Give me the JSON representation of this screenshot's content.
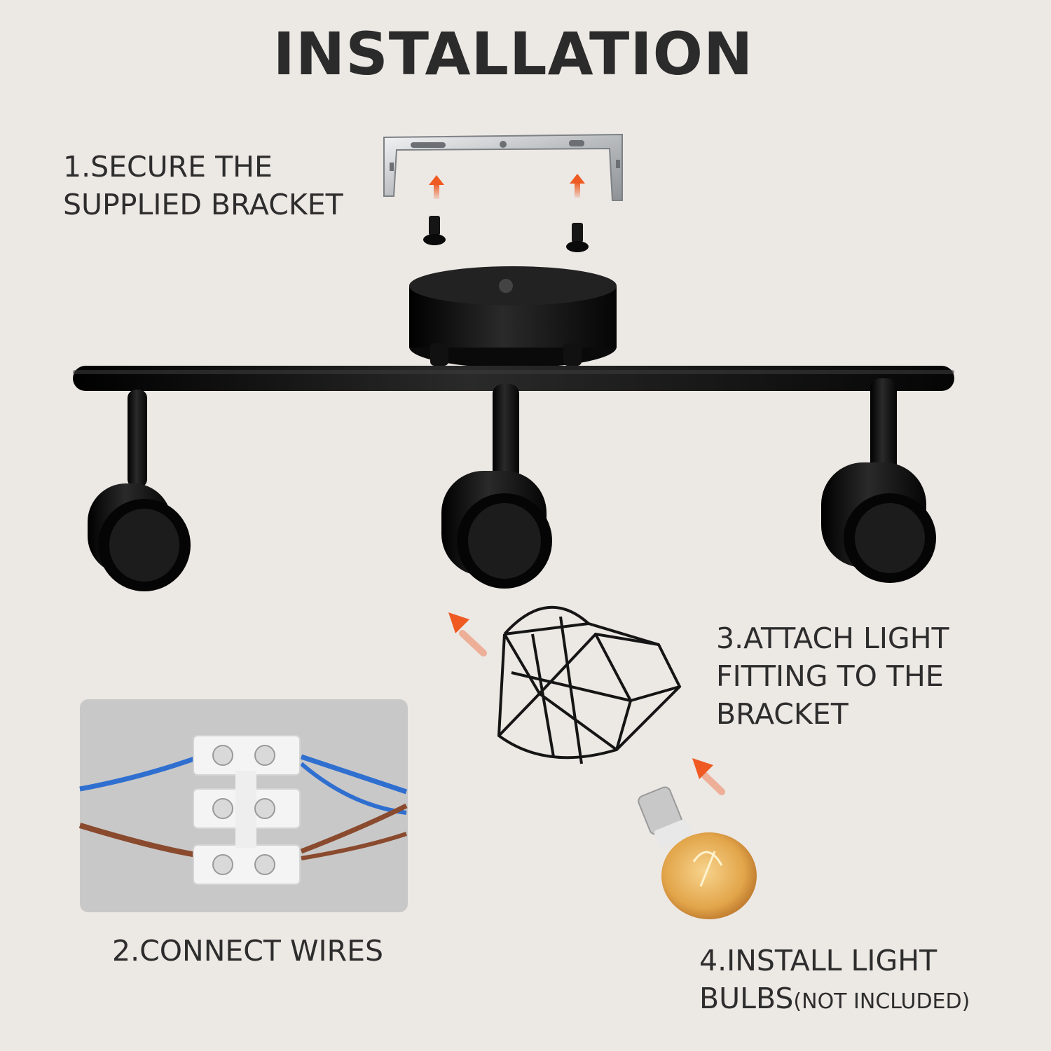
{
  "title": "INSTALLATION",
  "steps": [
    {
      "lines": [
        "1.SECURE THE",
        "SUPPLIED BRACKET"
      ]
    },
    {
      "lines": [
        "2.CONNECT WIRES"
      ]
    },
    {
      "lines": [
        "3.ATTACH LIGHT",
        "FITTING TO THE",
        "BRACKET"
      ]
    },
    {
      "lines": [
        "4.INSTALL LIGHT",
        "BULBS"
      ],
      "note": "(NOT INCLUDED)"
    }
  ],
  "colors": {
    "background": "#ece8e4",
    "fixture": "#0d0d0d",
    "arrow": "#ef5a22",
    "wire_blue": "#2f6fd0",
    "wire_brown": "#8a4a2e",
    "bulb_amber": "#e2a54a",
    "photo_panel": "#c9c8c8"
  }
}
